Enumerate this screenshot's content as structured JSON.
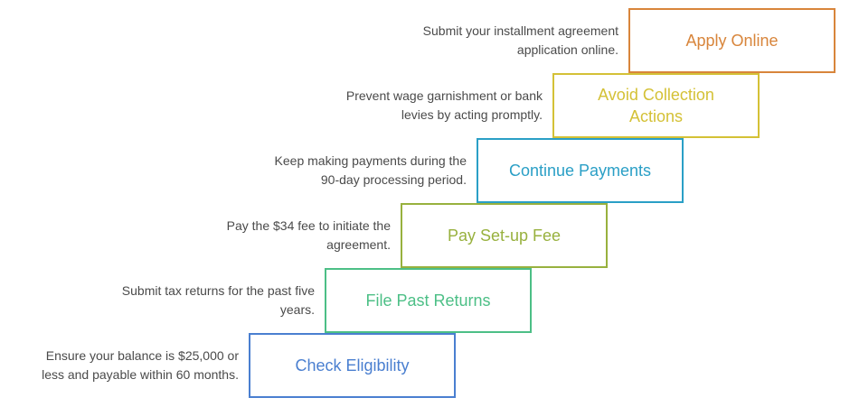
{
  "steps": [
    {
      "label": "Apply Online",
      "description": "Submit your installment agreement\napplication online.",
      "color": "#d8853b"
    },
    {
      "label": "Avoid Collection\nActions",
      "description": "Prevent wage garnishment or bank\nlevies by acting promptly.",
      "color": "#d4c136"
    },
    {
      "label": "Continue Payments",
      "description": "Keep making payments during the\n90-day processing period.",
      "color": "#2a9fc6"
    },
    {
      "label": "Pay Set-up Fee",
      "description": "Pay the $34 fee to initiate the\nagreement.",
      "color": "#98b13e"
    },
    {
      "label": "File Past Returns",
      "description": "Submit tax returns for the past five\nyears.",
      "color": "#4cbf86"
    },
    {
      "label": "Check Eligibility",
      "description": "Ensure your balance is $25,000 or\nless and payable within 60 months.",
      "color": "#4a7fd0"
    }
  ]
}
